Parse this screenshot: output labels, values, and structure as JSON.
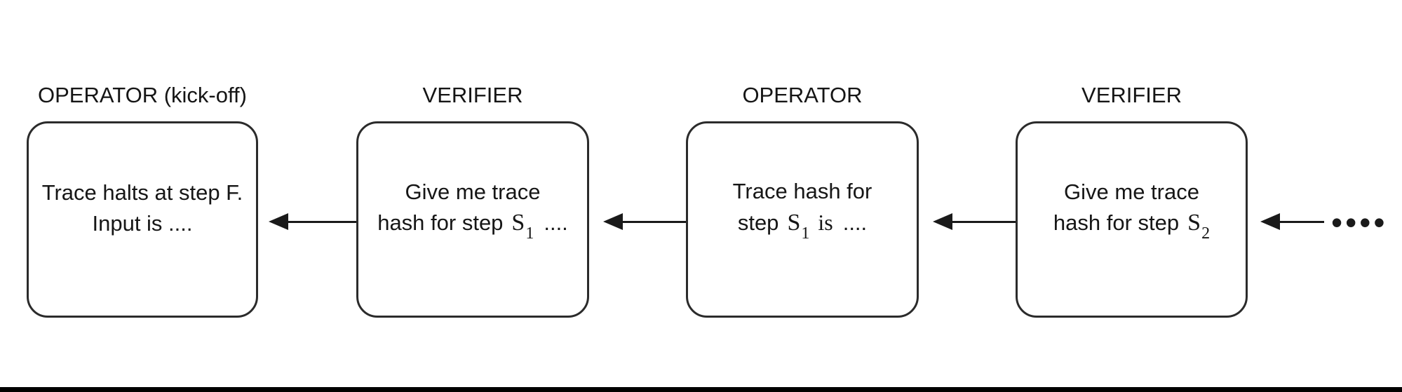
{
  "colors": {
    "ink": "#1a1a1a",
    "background": "#ffffff",
    "box_border": "#2b2b2b",
    "bottom_divider": "#000000"
  },
  "columns": [
    {
      "role_label": "OPERATOR (kick-off)",
      "message": {
        "line1": "Trace halts at step F.",
        "line2": "Input is ...."
      }
    },
    {
      "role_label": "VERIFIER",
      "message": {
        "line1": "Give me trace",
        "line2_prefix": "hash for step",
        "symbol": "S",
        "subscript": "1",
        "line2_suffix": "...."
      }
    },
    {
      "role_label": "OPERATOR",
      "message": {
        "line1": "Trace hash for",
        "line2_prefix": "step",
        "symbol": "S",
        "subscript": "1",
        "line2_mid": "is",
        "line2_suffix": "...."
      }
    },
    {
      "role_label": "VERIFIER",
      "message": {
        "line1": "Give me trace",
        "line2_prefix": "hash for step",
        "symbol": "S",
        "subscript": "2"
      }
    }
  ],
  "ellipsis": "••••"
}
